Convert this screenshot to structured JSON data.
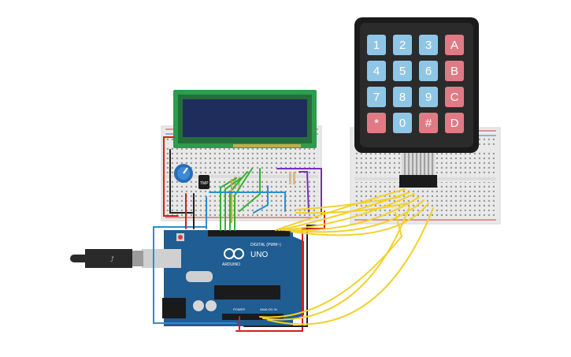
{
  "colors": {
    "breadboard": "#e9e9e9",
    "breadboard_hole": "#9a9a9a",
    "rail_red": "#d43b3b",
    "rail_blue": "#3b6fd4",
    "arduino": "#1f5d92",
    "arduino_dark": "#174a76",
    "lcd_pcb": "#2e9c4d",
    "lcd_screen": "#1f2d5c",
    "keypad_body": "#2b2b2b",
    "key_blue": "#8fc6e6",
    "key_red": "#e07b86",
    "wire_red": "#d21f1f",
    "wire_green": "#34b233",
    "wire_yellow": "#f2d12a",
    "wire_blue": "#2a8fd1",
    "wire_black": "#222222",
    "wire_purple": "#7b2fbf",
    "wire_orange": "#f29a2a"
  },
  "keypad": {
    "rows": [
      [
        {
          "label": "1",
          "kind": "num"
        },
        {
          "label": "2",
          "kind": "num"
        },
        {
          "label": "3",
          "kind": "num"
        },
        {
          "label": "A",
          "kind": "letter"
        }
      ],
      [
        {
          "label": "4",
          "kind": "num"
        },
        {
          "label": "5",
          "kind": "num"
        },
        {
          "label": "6",
          "kind": "num"
        },
        {
          "label": "B",
          "kind": "letter"
        }
      ],
      [
        {
          "label": "7",
          "kind": "num"
        },
        {
          "label": "8",
          "kind": "num"
        },
        {
          "label": "9",
          "kind": "num"
        },
        {
          "label": "C",
          "kind": "letter"
        }
      ],
      [
        {
          "label": "*",
          "kind": "letter"
        },
        {
          "label": "0",
          "kind": "num"
        },
        {
          "label": "#",
          "kind": "letter"
        },
        {
          "label": "D",
          "kind": "letter"
        }
      ]
    ]
  },
  "arduino": {
    "model": "UNO",
    "brand": "ARDUINO",
    "digital_label": "DIGITAL (PWM~)",
    "power_label": "POWER",
    "analog_label": "ANALOG IN"
  },
  "tmp_sensor": {
    "label": "TMP"
  }
}
